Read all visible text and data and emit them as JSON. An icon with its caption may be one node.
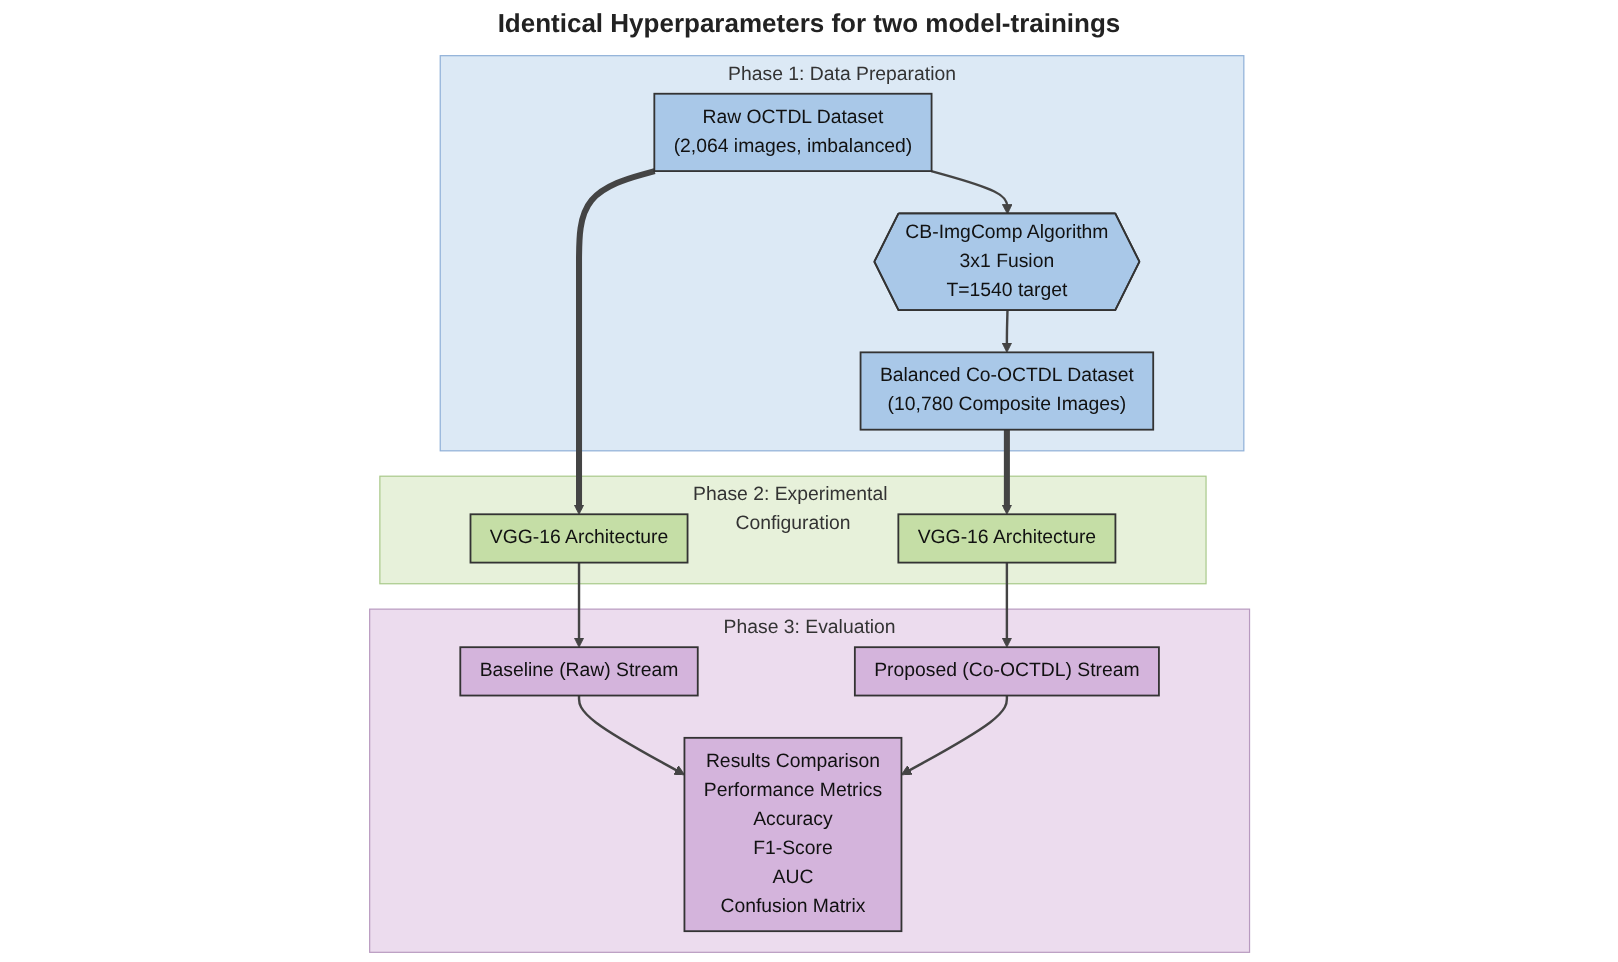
{
  "diagram": {
    "nodes": [
      {
        "text": [
          "Phase 1: Data Preparation"
        ]
      },
      {
        "text": [
          "Raw OCTDL Dataset",
          "(2,064 images, imbalanced)"
        ],
        "in": 0
      },
      {
        "text": [
          "CB-ImgComp Algorithm",
          "3x1 Fusion",
          "T=1540 target"
        ],
        "in": 0
      },
      {
        "text": [
          "Balanced Co-OCTDL Dataset",
          "(10,780 Composite Images)"
        ],
        "in": 0
      },
      {
        "text": [
          "Phase 2: Experimental Configuration"
        ]
      },
      {
        "text": [
          "VGG-16 Architecture"
        ],
        "in": 4
      },
      {
        "text": [
          "VGG-16 Architecture"
        ],
        "in": 4
      },
      {
        "text": [
          "Phase 3: Evaluation"
        ]
      },
      {
        "text": [
          "Baseline (Raw) Stream"
        ],
        "in": 7
      },
      {
        "text": [
          "Proposed (Co-OCTDL) Stream"
        ],
        "in": 7
      },
      {
        "text": [
          "Results Comparison",
          "Performance Metrics",
          "Accuracy",
          "F1-Score",
          "AUC",
          "Confusion Matrix"
        ],
        "in": 7
      }
    ],
    "edges": [
      {
        "from": 1,
        "to": 2,
        "arrow": "to"
      },
      {
        "from": 2,
        "to": 3,
        "arrow": "to"
      },
      {
        "from": 1,
        "to": 5,
        "arrow": "to",
        "style": "thick"
      },
      {
        "from": 3,
        "to": 6,
        "arrow": "to",
        "style": "thick"
      },
      {
        "from": 5,
        "to": 8,
        "arrow": "to"
      },
      {
        "from": 6,
        "to": 9,
        "arrow": "to"
      },
      {
        "from": 8,
        "to": 10,
        "arrow": "to"
      },
      {
        "from": 9,
        "to": 10,
        "arrow": "to"
      }
    ],
    "labels": [
      "Identical Hyperparameters for two model-trainings"
    ]
  }
}
